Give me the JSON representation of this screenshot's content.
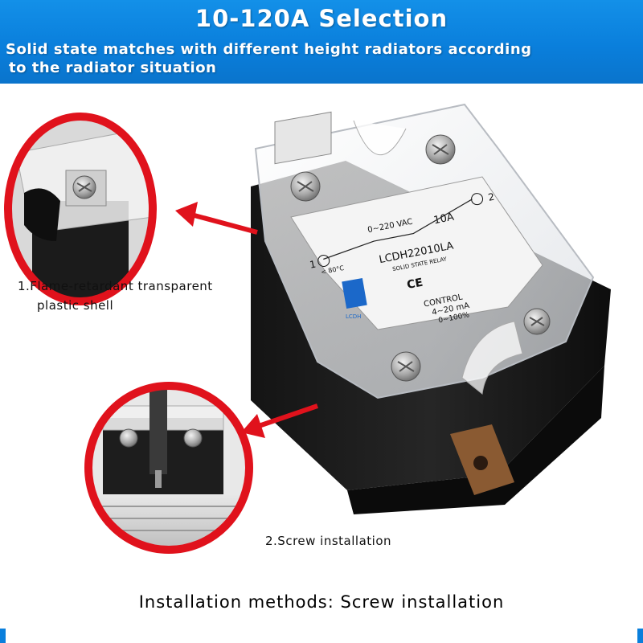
{
  "header": {
    "title": "10-120A Selection",
    "subtitle_line1": "Solid state matches with different height radiators according",
    "subtitle_line2": "to the radiator situation"
  },
  "relay_label": {
    "voltage": "0~220 VAC",
    "current": "10A",
    "temp": "< 80°C",
    "model": "LCDH22010LA",
    "subtitle": "SOLID STATE RELAY",
    "ce": "CE",
    "control": "CONTROL",
    "control_range": "4~20 mA",
    "control_pct": "0~100%",
    "terminal_1": "1",
    "terminal_2": "2",
    "brand_text": "LCDH"
  },
  "callouts": [
    {
      "line1": "1.Flame-retardant transparent",
      "line2": "plastic shell"
    },
    {
      "line1": "2.Screw installation"
    }
  ],
  "footer": {
    "text": "Installation methods: Screw installation"
  },
  "colors": {
    "banner": "#0a7fdc",
    "ring": "#e0121c",
    "arrow": "#e0121c"
  }
}
